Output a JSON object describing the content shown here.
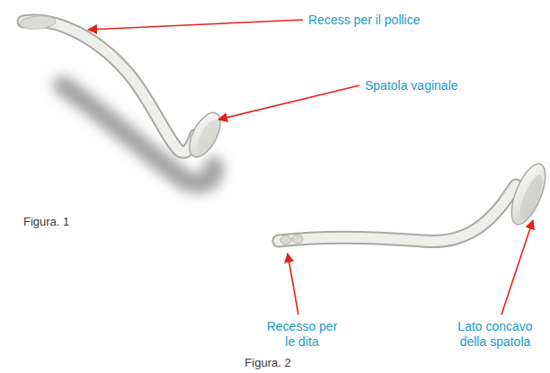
{
  "diagram": {
    "labels": [
      "Recess per il pollice",
      "Spatola vaginale",
      "Figura. 1",
      "Recesso per le dita",
      "Lato concavo della spatola",
      "Figura. 2"
    ]
  }
}
